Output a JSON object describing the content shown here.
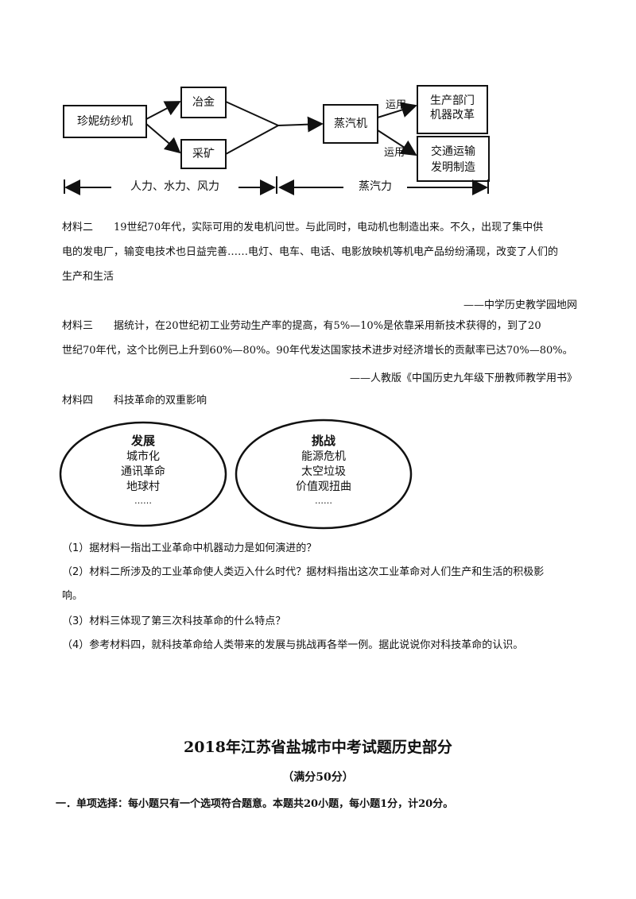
{
  "diagram1": {
    "nodes": {
      "spinning_jenny": "珍妮纺纱机",
      "smelting": "冶金",
      "mining": "采矿",
      "steam_engine": "蒸汽机",
      "production_reform": [
        "生产部门",
        "机器改革"
      ],
      "transport_invention": [
        "交通运输",
        "发明制造"
      ]
    },
    "edge_labels": {
      "apply_top": "运用",
      "apply_bottom": "运用"
    },
    "axis_labels": {
      "left": "人力、水力、风力",
      "right": "蒸汽力"
    }
  },
  "material2": {
    "lines": [
      "材料二　　19世纪70年代，实际可用的发电机问世。与此同时，电动机也制造出来。不久，出现了集中供",
      "电的发电厂，输变电技术也日益完善……电灯、电车、电话、电影放映机等机电产品纷纷涌现，改变了人们的",
      "生产和生活"
    ],
    "source": "——中学历史教学园地网"
  },
  "material3": {
    "lines": [
      "材料三　　据统计，在20世纪初工业劳动生产率的提高，有5%—10%是依靠采用新技术获得的，到了20",
      "世纪70年代，这个比例已上升到60%—80%。90年代发达国家技术进步对经济增长的贡献率已达70%—80%。"
    ],
    "source": "——人教版《中国历史九年级下册教师教学用书》"
  },
  "material4": {
    "title": "材料四　　科技革命的双重影响",
    "left": {
      "heading": "发展",
      "items": [
        "城市化",
        "通讯革命",
        "地球村",
        "……"
      ]
    },
    "right": {
      "heading": "挑战",
      "items": [
        "能源危机",
        "太空垃圾",
        "价值观扭曲",
        "……"
      ]
    }
  },
  "questions": [
    "（1）据材料一指出工业革命中机器动力是如何演进的？",
    "（2）材料二所涉及的工业革命使人类迈入什么时代？据材料指出这次工业革命对人们生产和生活的积极影",
    "响。",
    "（3）材料三体现了第三次科技革命的什么特点？",
    "（4）参考材料四，就科技革命给人类带来的发展与挑战再各举一例。据此说说你对科技革命的认识。"
  ],
  "exam": {
    "title": "2018年江苏省盐城市中考试题历史部分",
    "score": "（满分50分）",
    "section1": "一．单项选择：每小题只有一个选项符合题意。本题共20小题，每小题1分，计20分。"
  }
}
